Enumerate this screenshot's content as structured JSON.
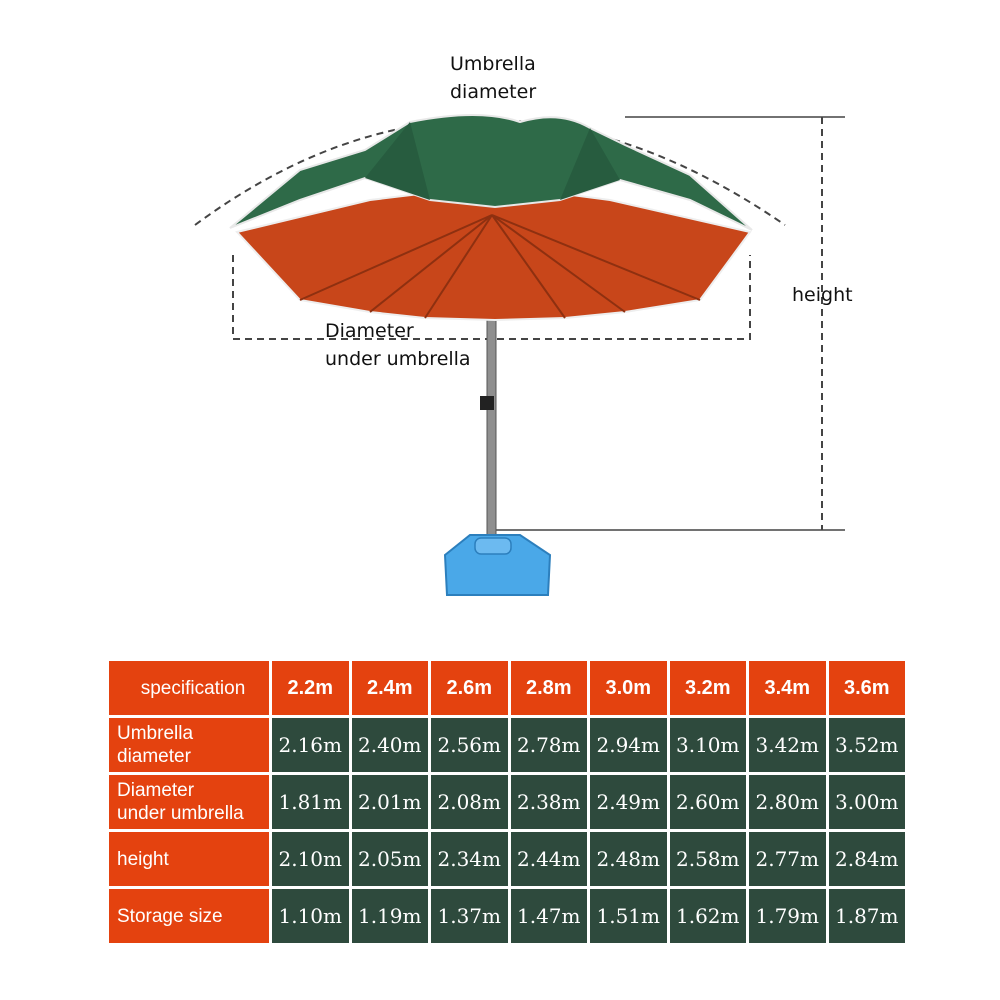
{
  "diagram": {
    "umbrella_diameter_label": [
      "Umbrella",
      "diameter"
    ],
    "diameter_under_label": [
      "Diameter",
      "under umbrella"
    ],
    "height_label": "height",
    "colors": {
      "canopy_top": "#2e6a48",
      "canopy_under": "#c8461a",
      "base": "#4aa8e8",
      "pole": "#8a8a8a"
    }
  },
  "table": {
    "header_label": "specification",
    "sizes": [
      "2.2m",
      "2.4m",
      "2.6m",
      "2.8m",
      "3.0m",
      "3.2m",
      "3.4m",
      "3.6m"
    ],
    "rows": [
      {
        "label": [
          "Umbrella",
          "diameter"
        ],
        "values": [
          "2.16m",
          "2.40m",
          "2.56m",
          "2.78m",
          "2.94m",
          "3.10m",
          "3.42m",
          "3.52m"
        ]
      },
      {
        "label": [
          "Diameter",
          "under umbrella"
        ],
        "values": [
          "1.81m",
          "2.01m",
          "2.08m",
          "2.38m",
          "2.49m",
          "2.60m",
          "2.80m",
          "3.00m"
        ]
      },
      {
        "label": [
          "height"
        ],
        "values": [
          "2.10m",
          "2.05m",
          "2.34m",
          "2.44m",
          "2.48m",
          "2.58m",
          "2.77m",
          "2.84m"
        ]
      },
      {
        "label": [
          "Storage size"
        ],
        "values": [
          "1.10m",
          "1.19m",
          "1.37m",
          "1.47m",
          "1.51m",
          "1.62m",
          "1.79m",
          "1.87m"
        ]
      }
    ],
    "colors": {
      "header_bg": "#e4420f",
      "value_bg": "#2e4a3d",
      "text": "#ffffff"
    }
  }
}
